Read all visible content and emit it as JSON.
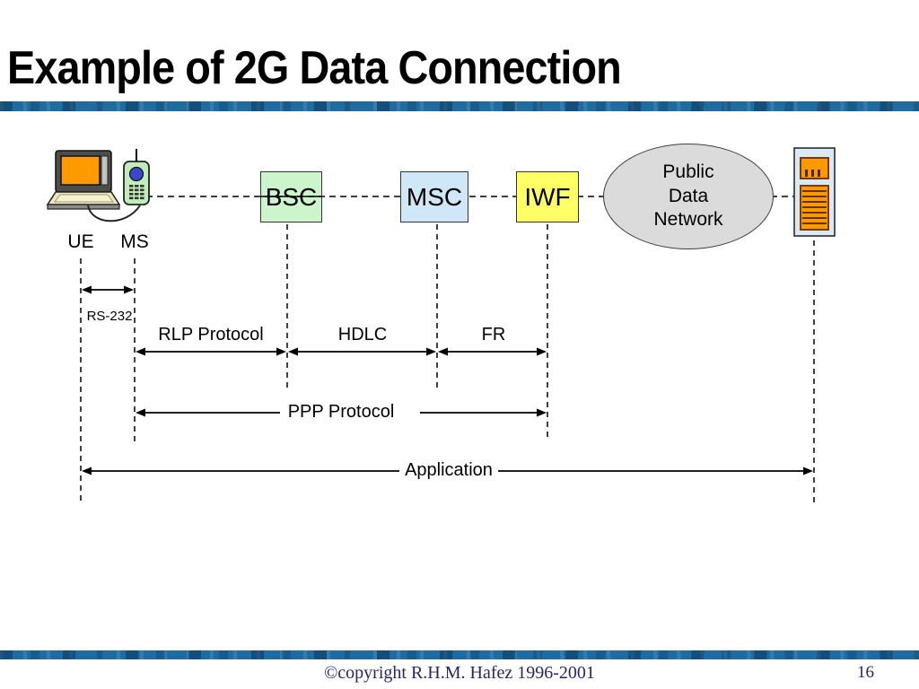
{
  "slide": {
    "title": "Example of 2G Data Connection",
    "footer": {
      "copyright": "©copyright R.H.M. Hafez 1996-2001",
      "page_number": "16"
    }
  },
  "diagram": {
    "endpoints": {
      "ue_label": "UE",
      "ms_label": "MS"
    },
    "nodes": [
      {
        "id": "bsc",
        "label": "BSC",
        "fill": "#ccf5cc"
      },
      {
        "id": "msc",
        "label": "MSC",
        "fill": "#cfe7f7"
      },
      {
        "id": "iwf",
        "label": "IWF",
        "fill": "#ffff66"
      }
    ],
    "cloud": {
      "label": "Public\nData\nNetwork",
      "fill": "#dbdbdb"
    },
    "icons": {
      "laptop": "laptop-computer-icon",
      "phone": "mobile-phone-icon",
      "server": "remote-host-server-icon"
    },
    "spans": [
      {
        "label": "RS-232",
        "from": "UE",
        "to": "MS"
      },
      {
        "label": "RLP Protocol",
        "from": "MS",
        "to": "BSC"
      },
      {
        "label": "HDLC",
        "from": "BSC",
        "to": "MSC"
      },
      {
        "label": "FR",
        "from": "MSC",
        "to": "IWF"
      },
      {
        "label": "PPP Protocol",
        "from": "MS",
        "to": "IWF"
      },
      {
        "label": "Application",
        "from": "UE",
        "to": "remote host"
      }
    ],
    "colors": {
      "accent_bar_blue": "#1e6ca2",
      "footer_navy": "#26266b",
      "bsc_green": "#ccf5cc",
      "msc_blue": "#cfe7f7",
      "iwf_yellow": "#ffff66",
      "cloud_gray": "#dbdbdb",
      "device_orange": "#ff9900",
      "phone_green": "#c2ecba",
      "server_panel_blue": "#d9eaf6",
      "line_black": "#000000"
    }
  }
}
